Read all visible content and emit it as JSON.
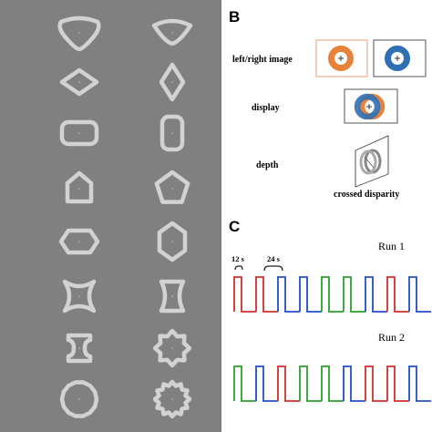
{
  "panel_b": {
    "letter": "B",
    "labels": {
      "left_right_image": "left/right image",
      "display": "display",
      "depth": "depth",
      "crossed_disparity": "crossed disparity"
    },
    "colors": {
      "orange": "#e8823a",
      "blue": "#2f6fb3",
      "frame": "#e8a070"
    }
  },
  "panel_c": {
    "letter": "C",
    "interval_labels": [
      "12 s",
      "24 s"
    ],
    "run1": "Run 1",
    "run2": "Run 2",
    "colors": {
      "red": "#d0312d",
      "green": "#2ca02c",
      "blue": "#2050c8"
    }
  },
  "panel_a": {
    "background": "#808080",
    "shape_color": "#d2d2d2",
    "left_column": [
      "rounded-triangle",
      "diamond-wide",
      "rounded-rectangle-wide",
      "pentagon-house",
      "hexagon-wide",
      "four-point-star",
      "i-beam-wide",
      "circle"
    ],
    "right_column": [
      "lens-wide",
      "diamond-tall",
      "rounded-rectangle-tall",
      "pentagon",
      "hexagon-tall",
      "i-beam-narrow",
      "eight-point-star",
      "twelve-point-star"
    ]
  }
}
